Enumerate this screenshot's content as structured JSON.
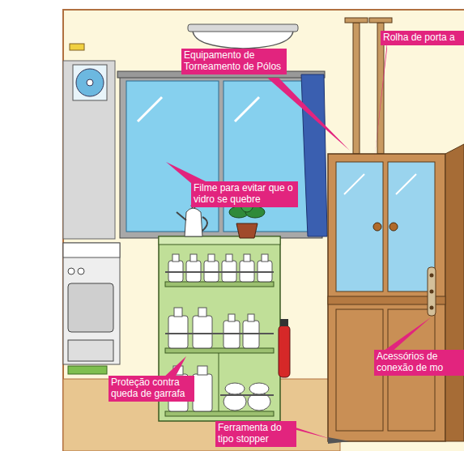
{
  "diagram": {
    "nodes": [
      {
        "text": [
          "Equipamento de Torneamento de Pólos"
        ]
      },
      {
        "text": [
          "Rolha de porta a"
        ]
      },
      {
        "text": [
          "Filme para evitar que o vidro se quebre"
        ]
      },
      {
        "text": [
          "Acessórios de conexão de mo"
        ]
      },
      {
        "text": [
          "Proteção contra queda de garrafa"
        ]
      },
      {
        "text": [
          "Ferramenta do tipo stopper"
        ]
      }
    ]
  }
}
